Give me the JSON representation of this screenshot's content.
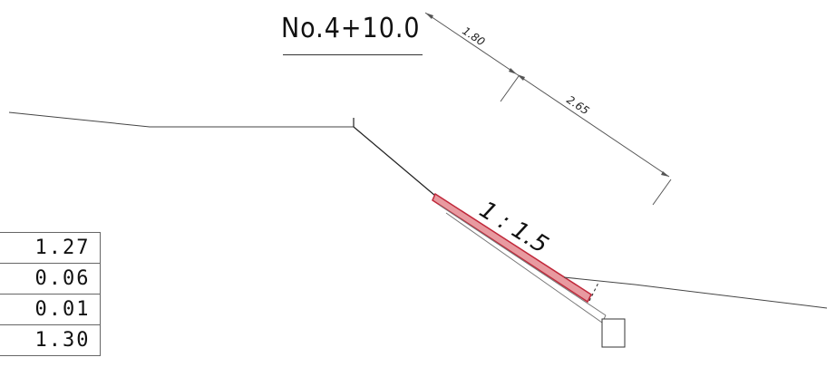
{
  "station_label": "No.4+10.0",
  "slope_ratio": "1 : 1.5",
  "dimensions": {
    "upper": "1.80",
    "lower": "2.65"
  },
  "table": {
    "values": [
      "1.27",
      "0.06",
      "0.01",
      "1.30"
    ]
  },
  "colors": {
    "line": "#222222",
    "protection_fill": "#e89aa0",
    "protection_stroke": "#c0283a"
  }
}
